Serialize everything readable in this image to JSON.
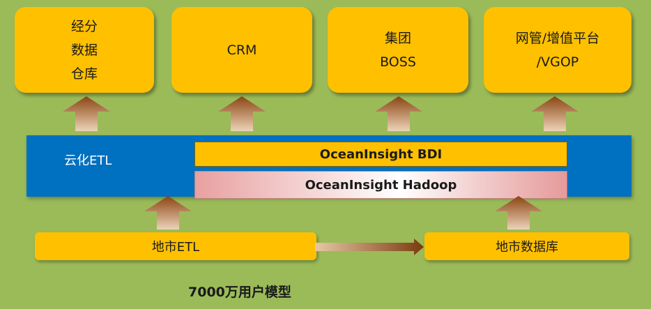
{
  "top_boxes": [
    {
      "lines": [
        "经分",
        "数据",
        "仓库"
      ]
    },
    {
      "lines": [
        "CRM"
      ]
    },
    {
      "lines": [
        "集团",
        "BOSS"
      ]
    },
    {
      "lines": [
        "网管/增值平台",
        "/VGOP"
      ]
    }
  ],
  "cloud_etl": {
    "label": "云化ETL"
  },
  "bdi": {
    "label": "OceanInsight BDI"
  },
  "hadoop": {
    "label": "OceanInsight Hadoop"
  },
  "bottom": {
    "left_label": "地市ETL",
    "right_label": "地市数据库"
  },
  "caption": "7000万用户模型",
  "colors": {
    "background": "#9bbb59",
    "box": "#ffc000",
    "band": "#0070c0",
    "arrow_top": "#8b4513",
    "arrow_bottom": "#e8c9a8"
  }
}
